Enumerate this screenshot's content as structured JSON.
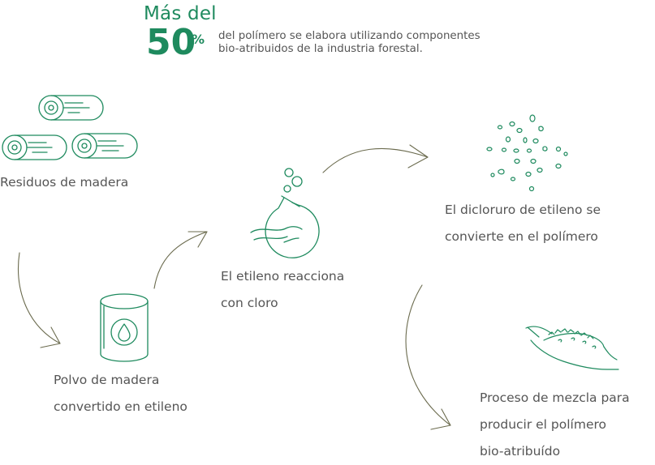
{
  "header": {
    "intro": "Más del",
    "percent_value": "50",
    "percent_sign": "%",
    "description_line1": "del polímero se elabora utilizando componentes",
    "description_line2": "bio-atribuidos de la industria forestal."
  },
  "steps": {
    "residuos": {
      "line1": "Residuos de madera"
    },
    "polvo": {
      "line1": "Polvo de madera",
      "line2": "convertido en etileno"
    },
    "etileno": {
      "line1": "El etileno reacciona",
      "line2": "con cloro"
    },
    "dicloruro": {
      "line1": "El dicloruro de etileno se",
      "line2": "convierte en el polímero"
    },
    "proceso": {
      "line1": "Proceso de mezcla para",
      "line2": "producir el polímero",
      "line3": "bio-atribuído"
    }
  },
  "colors": {
    "icon_green": "#1e8a5e",
    "arrow": "#6b6b4e",
    "text": "#555555"
  },
  "icons": [
    "logs-icon",
    "barrel-icon",
    "flask-icon",
    "granules-icon",
    "hand-icon"
  ]
}
